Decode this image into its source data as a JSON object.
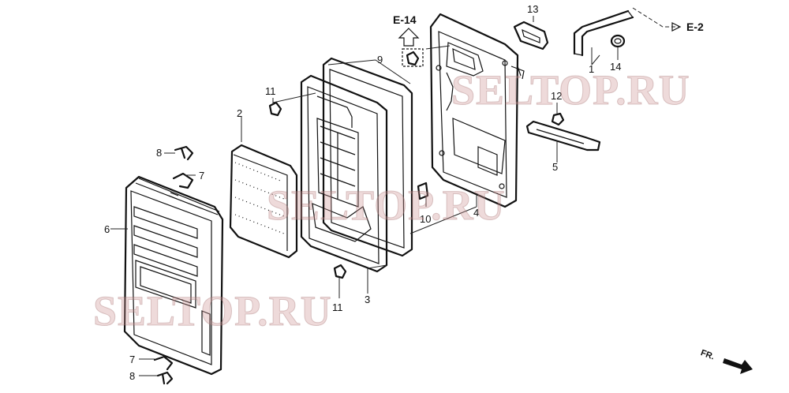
{
  "callouts": {
    "p1": "1",
    "p2": "2",
    "p3": "3",
    "p4": "4",
    "p5": "5",
    "p6": "6",
    "p7a": "7",
    "p7b": "7",
    "p8a": "8",
    "p8b": "8",
    "p9": "9",
    "p10": "10",
    "p11a": "11",
    "p11b": "11",
    "p12": "12",
    "p13": "13",
    "p14": "14"
  },
  "references": {
    "e14": "E-14",
    "e2": "E-2"
  },
  "direction": {
    "fr": "FR."
  },
  "watermarks": [
    "SELTOP.RU",
    "SELTOP.RU",
    "SELTOP.RU"
  ]
}
